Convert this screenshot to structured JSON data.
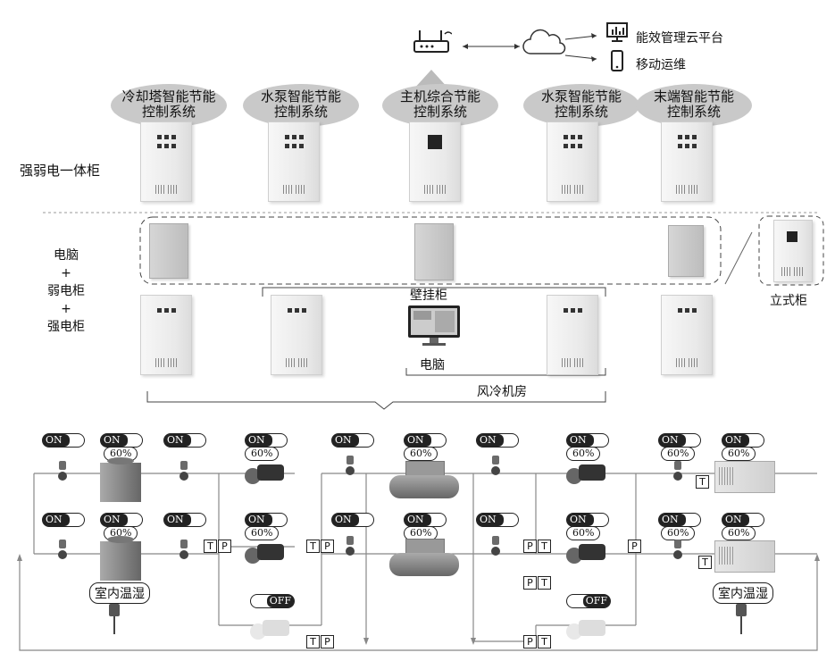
{
  "cloud": {
    "platform": "能效管理云平台",
    "mobile": "移动运维"
  },
  "top_systems": [
    "冷却塔智能节能\n控制系统",
    "水泵智能节能\n控制系统",
    "主机综合节能\n控制系统",
    "水泵智能节能\n控制系统",
    "末端智能节能\n控制系统"
  ],
  "labels": {
    "integrated_cabinet": "强弱电一体柜",
    "pc_stack": [
      "电脑",
      "+",
      "弱电柜",
      "+",
      "强电柜"
    ],
    "wall_cabinet": "壁挂柜",
    "standing_cabinet": "立式柜",
    "computer": "电脑",
    "machine_room": "风冷机房",
    "room_temp_hum_left": "室内温湿",
    "room_temp_hum_right": "室内温湿"
  },
  "status": {
    "on": "ON",
    "off": "OFF",
    "pct": "60%"
  },
  "boxes": {
    "t": "T",
    "p": "P"
  },
  "icons": [
    "router-icon",
    "cloud-icon",
    "monitor-chart-icon",
    "phone-icon"
  ]
}
